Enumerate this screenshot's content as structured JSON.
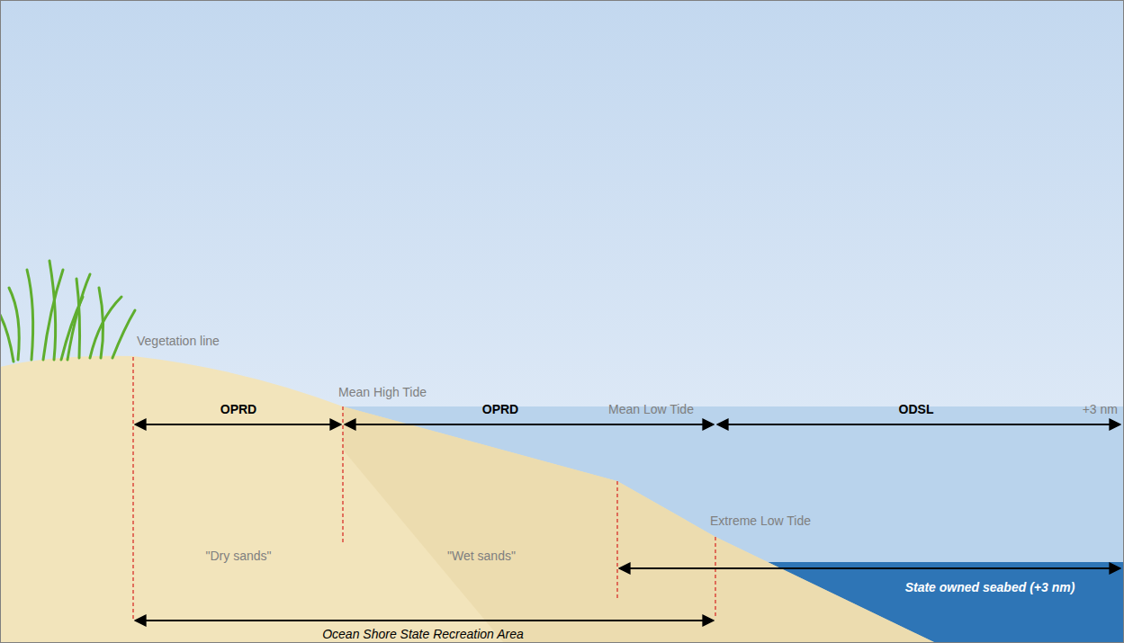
{
  "diagram": {
    "labels": [
      "Vegetation line",
      "Mean High Tide",
      "OPRD",
      "OPRD",
      "Mean Low Tide",
      "ODSL",
      "+3 nm",
      "Extreme Low Tide",
      "\"Dry sands\"",
      "\"Wet sands\"",
      "State owned seabed (+3 nm)",
      "Ocean Shore State Recreation Area"
    ]
  }
}
